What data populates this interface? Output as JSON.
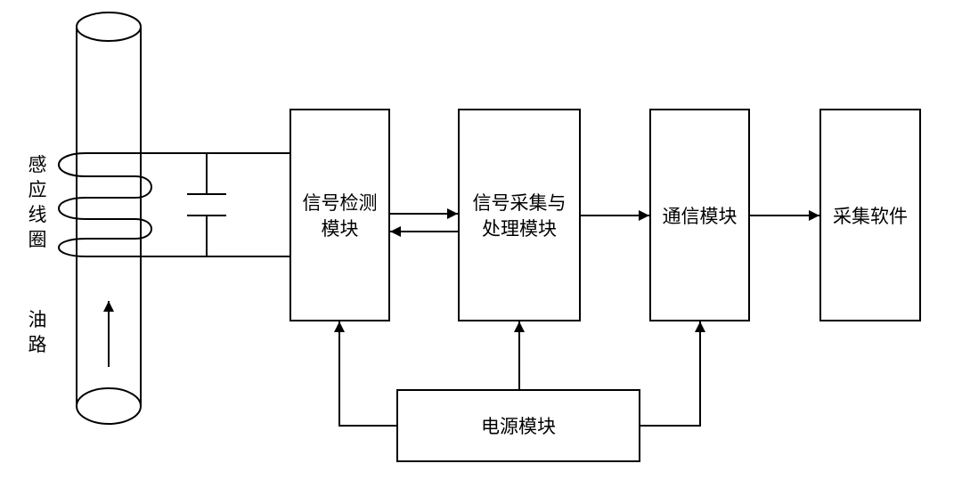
{
  "blocks": {
    "detect_line1": "信号检测",
    "detect_line2": "模块",
    "acq_line1": "信号采集与",
    "acq_line2": "处理模块",
    "comm": "通信模块",
    "software": "采集软件",
    "power": "电源模块"
  },
  "side_labels": {
    "coil": [
      "感",
      "应",
      "线",
      "圈"
    ],
    "oil": [
      "油",
      "路"
    ]
  }
}
